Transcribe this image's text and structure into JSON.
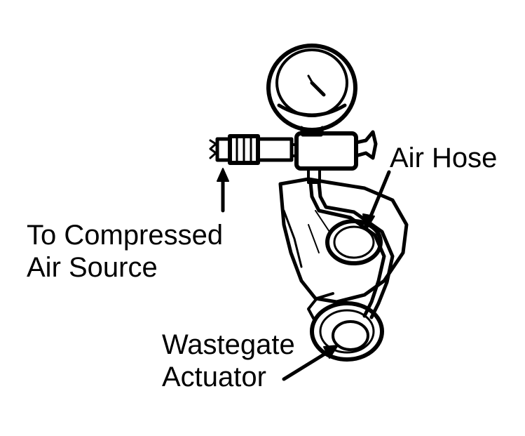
{
  "labels": {
    "air_hose": "Air Hose",
    "compressed_line1": "To Compressed",
    "compressed_line2": "Air Source",
    "wastegate_line1": "Wastegate",
    "wastegate_line2": "Actuator"
  },
  "colors": {
    "ink": "#000000",
    "paper": "#ffffff"
  }
}
